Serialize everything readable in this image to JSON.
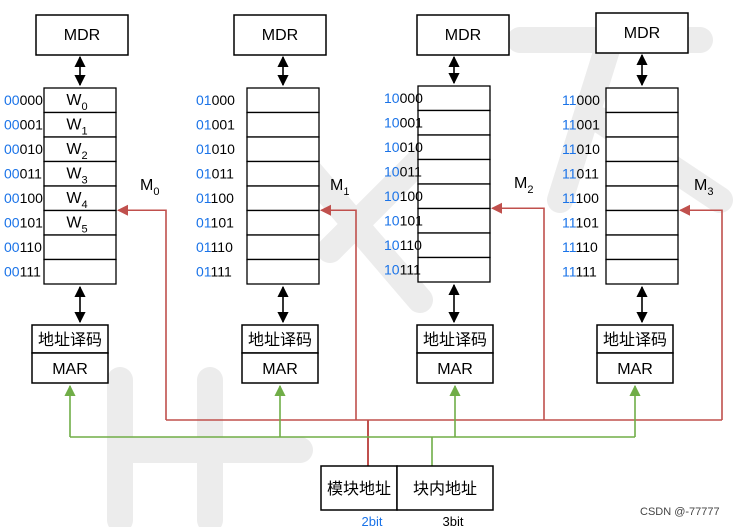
{
  "colors": {
    "address_prefix": "#1a73e8",
    "module_select_line": "#c0504d",
    "in_block_line": "#70ad47",
    "arrows": "#000000",
    "watermark": "#e6e6e6"
  },
  "modules": [
    {
      "mdr_label": "MDR",
      "module_label": "M",
      "module_sub": "0",
      "addresses": [
        {
          "prefix": "00",
          "suffix": "000"
        },
        {
          "prefix": "00",
          "suffix": "001"
        },
        {
          "prefix": "00",
          "suffix": "010"
        },
        {
          "prefix": "00",
          "suffix": "011"
        },
        {
          "prefix": "00",
          "suffix": "100"
        },
        {
          "prefix": "00",
          "suffix": "101"
        },
        {
          "prefix": "00",
          "suffix": "110"
        },
        {
          "prefix": "00",
          "suffix": "111"
        }
      ],
      "cells": [
        {
          "text": "W",
          "sub": "0"
        },
        {
          "text": "W",
          "sub": "1"
        },
        {
          "text": "W",
          "sub": "2"
        },
        {
          "text": "W",
          "sub": "3"
        },
        {
          "text": "W",
          "sub": "4"
        },
        {
          "text": "W",
          "sub": "5"
        },
        {
          "text": "",
          "sub": ""
        },
        {
          "text": "",
          "sub": ""
        }
      ],
      "decoder_label": "地址译码",
      "mar_label": "MAR"
    },
    {
      "mdr_label": "MDR",
      "module_label": "M",
      "module_sub": "1",
      "addresses": [
        {
          "prefix": "01",
          "suffix": "000"
        },
        {
          "prefix": "01",
          "suffix": "001"
        },
        {
          "prefix": "01",
          "suffix": "010"
        },
        {
          "prefix": "01",
          "suffix": "011"
        },
        {
          "prefix": "01",
          "suffix": "100"
        },
        {
          "prefix": "01",
          "suffix": "101"
        },
        {
          "prefix": "01",
          "suffix": "110"
        },
        {
          "prefix": "01",
          "suffix": "111"
        }
      ],
      "cells": [
        {
          "text": "",
          "sub": ""
        },
        {
          "text": "",
          "sub": ""
        },
        {
          "text": "",
          "sub": ""
        },
        {
          "text": "",
          "sub": ""
        },
        {
          "text": "",
          "sub": ""
        },
        {
          "text": "",
          "sub": ""
        },
        {
          "text": "",
          "sub": ""
        },
        {
          "text": "",
          "sub": ""
        }
      ],
      "decoder_label": "地址译码",
      "mar_label": "MAR"
    },
    {
      "mdr_label": "MDR",
      "module_label": "M",
      "module_sub": "2",
      "addresses": [
        {
          "prefix": "10",
          "suffix": "000"
        },
        {
          "prefix": "10",
          "suffix": "001"
        },
        {
          "prefix": "10",
          "suffix": "010"
        },
        {
          "prefix": "10",
          "suffix": "011"
        },
        {
          "prefix": "10",
          "suffix": "100"
        },
        {
          "prefix": "10",
          "suffix": "101"
        },
        {
          "prefix": "10",
          "suffix": "110"
        },
        {
          "prefix": "10",
          "suffix": "111"
        }
      ],
      "cells": [
        {
          "text": "",
          "sub": ""
        },
        {
          "text": "",
          "sub": ""
        },
        {
          "text": "",
          "sub": ""
        },
        {
          "text": "",
          "sub": ""
        },
        {
          "text": "",
          "sub": ""
        },
        {
          "text": "",
          "sub": ""
        },
        {
          "text": "",
          "sub": ""
        },
        {
          "text": "",
          "sub": ""
        }
      ],
      "decoder_label": "地址译码",
      "mar_label": "MAR"
    },
    {
      "mdr_label": "MDR",
      "module_label": "M",
      "module_sub": "3",
      "addresses": [
        {
          "prefix": "11",
          "suffix": "000"
        },
        {
          "prefix": "11",
          "suffix": "001"
        },
        {
          "prefix": "11",
          "suffix": "010"
        },
        {
          "prefix": "11",
          "suffix": "011"
        },
        {
          "prefix": "11",
          "suffix": "100"
        },
        {
          "prefix": "11",
          "suffix": "101"
        },
        {
          "prefix": "11",
          "suffix": "110"
        },
        {
          "prefix": "11",
          "suffix": "111"
        }
      ],
      "cells": [
        {
          "text": "",
          "sub": ""
        },
        {
          "text": "",
          "sub": ""
        },
        {
          "text": "",
          "sub": ""
        },
        {
          "text": "",
          "sub": ""
        },
        {
          "text": "",
          "sub": ""
        },
        {
          "text": "",
          "sub": ""
        },
        {
          "text": "",
          "sub": ""
        },
        {
          "text": "",
          "sub": ""
        }
      ],
      "decoder_label": "地址译码",
      "mar_label": "MAR"
    }
  ],
  "address_register": {
    "module_field": "模块地址",
    "block_field": "块内地址",
    "module_bits": "2bit",
    "block_bits": "3bit"
  },
  "watermark_text": "CSDN @-77777"
}
